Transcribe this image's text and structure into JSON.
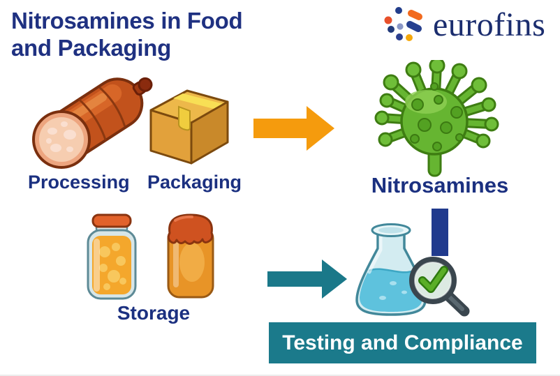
{
  "title": {
    "line1": "Nitrosamines in Food",
    "line2": "and Packaging"
  },
  "logo": {
    "brand": "eurofins"
  },
  "labels": {
    "processing": "Processing",
    "packaging": "Packaging",
    "nitrosamines": "Nitrosamines",
    "storage": "Storage",
    "banner": "Testing and Compliance"
  },
  "icons": {
    "sausage": "sausage-illustration (processing)",
    "box": "cardboard-box-illustration (packaging)",
    "glass_jar": "glass-jar-illustration (storage)",
    "jam_jar": "jam-jar-illustration (storage)",
    "molecule": "green-nitrosamine-molecule-illustration",
    "flask": "erlenmeyer-flask-illustration",
    "magnifier": "magnifying-glass-with-green-checkmark",
    "arrow_top": "orange-right-arrow",
    "arrow_bottom": "teal-right-arrow",
    "logo_dots": "eurofins-dot-cluster-logo"
  },
  "colors": {
    "navy_text": "#1f3181",
    "accent_orange": "#f59b0d",
    "accent_teal": "#1b7a8b",
    "connector_navy": "#203a8d",
    "molecule_green": "#66b531",
    "banner_text": "#ffffff"
  },
  "flow": {
    "sources": [
      "Processing",
      "Packaging",
      "Storage"
    ],
    "result": "Nitrosamines",
    "response": "Testing and Compliance"
  }
}
